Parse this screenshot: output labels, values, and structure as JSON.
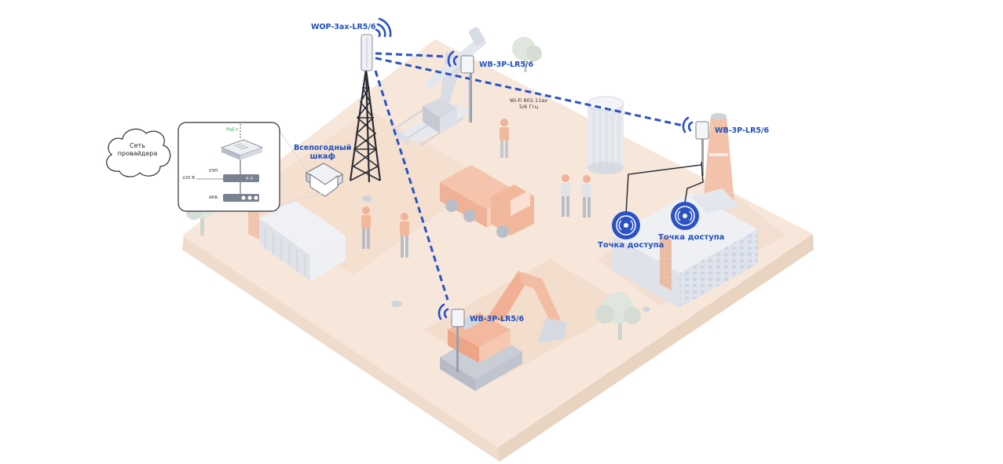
{
  "colors": {
    "accent": "#2a52c5",
    "ground": "#f6e6da",
    "ground_side": "#edd9c9",
    "machinery": "#f3b89d",
    "building": "#e3e6ee"
  },
  "cloud": {
    "line1": "Сеть",
    "line2": "провайдера"
  },
  "cabinet_label": {
    "line1": "Всепогодный",
    "line2": "шкаф"
  },
  "panel": {
    "poe": "PoE+",
    "ups": "УЭП",
    "voltage": "220 В",
    "battery": "АКБ"
  },
  "tower_label": "WOP-3ax-LR5/6",
  "client_labels": {
    "top": "WB-3P-LR5/6",
    "right": "WB-3P-LR5/6",
    "bottom": "WB-3P-LR5/6"
  },
  "wifi_note": {
    "line1": "Wi-Fi 802.11ax",
    "line2": "5/6 Ггц"
  },
  "access_points": [
    {
      "label": "Точка доступа"
    },
    {
      "label": "Точка доступа"
    }
  ],
  "icons": [
    "cloud-icon",
    "wifi-signal-icon",
    "access-point-icon",
    "tower-icon"
  ]
}
